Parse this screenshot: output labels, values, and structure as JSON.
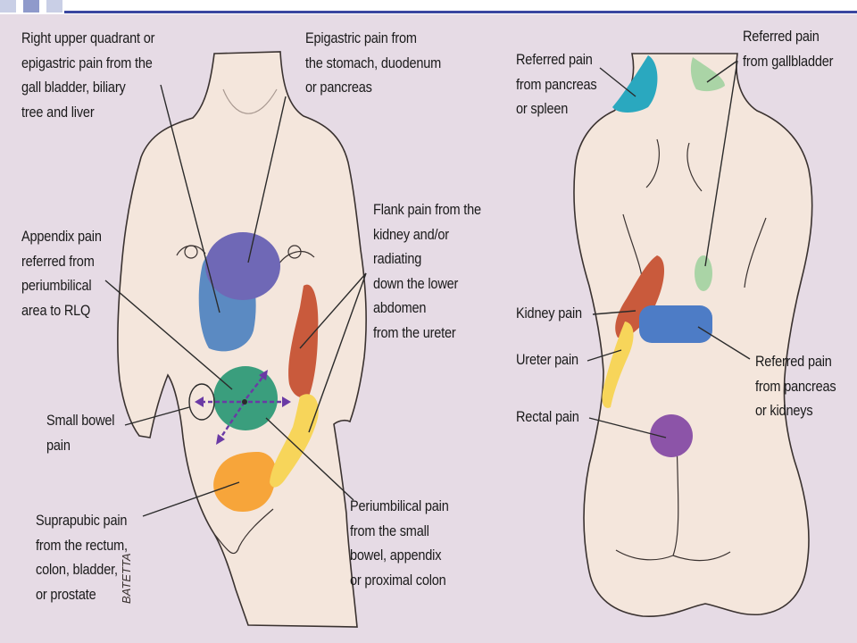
{
  "figure": {
    "front_labels": {
      "ruq": "Right upper quadrant or\nepigastric pain from the\ngall bladder, biliary\ntree and liver",
      "epigastric": "Epigastric pain from\nthe stomach, duodenum\nor pancreas",
      "flank": "Flank pain from the\nkidney and/or\nradiating\ndown the lower\nabdomen\nfrom the ureter",
      "appendix": "Appendix pain\nreferred from\nperiumbilical\narea to RLQ",
      "small_bowel": "Small bowel\npain",
      "suprapubic": "Suprapubic pain\nfrom the rectum,\ncolon, bladder,\nor prostate",
      "periumbilical": "Periumbilical pain\nfrom the small\nbowel, appendix\nor  proximal colon"
    },
    "back_labels": {
      "ref_pancreas_spleen": "Referred pain\nfrom pancreas\nor spleen",
      "ref_gallbladder": "Referred pain\nfrom gallbladder",
      "kidney": "Kidney pain",
      "ureter": "Ureter pain",
      "rectal": "Rectal pain",
      "ref_pancreas_kidneys": "Referred pain\nfrom pancreas\nor kidneys"
    },
    "signature": "BATETTA",
    "colors": {
      "background": "#e6dbe5",
      "skin": "#f4e6dc",
      "blue_liver": "#5b8ac2",
      "purple_epigastric": "#6f68b6",
      "green_periumbilical": "#3a9e7d",
      "orange_suprapubic": "#f7a53a",
      "red_flank": "#c95a3c",
      "yellow_ureter": "#f7d55a",
      "teal_pancreas_spleen": "#2aa8bf",
      "lightgreen_gallbladder": "#aad4a6",
      "blue_referred_kidneys": "#4d7cc6",
      "purple_rectal": "#8c54a8",
      "arrow_purple": "#6a3aa5"
    }
  }
}
